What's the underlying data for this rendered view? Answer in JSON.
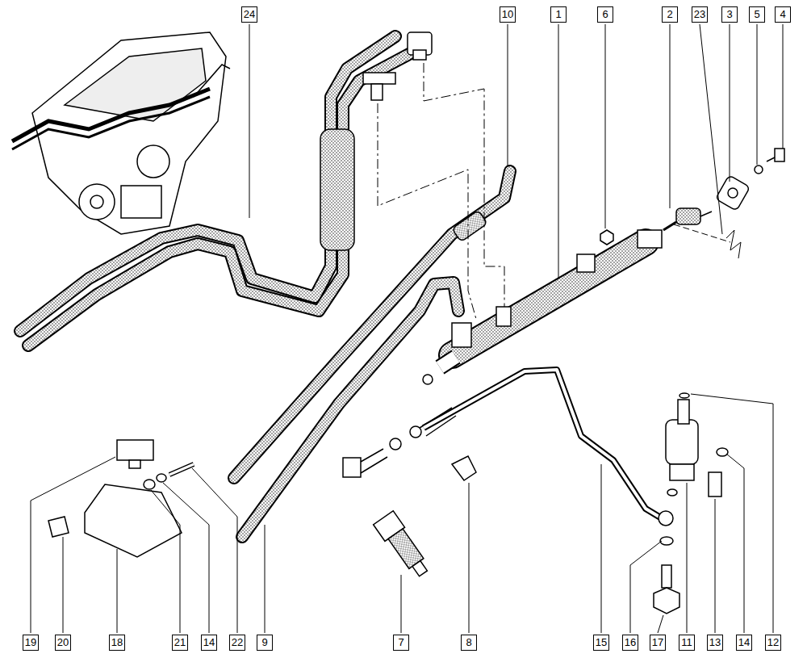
{
  "diagram": {
    "labels": [
      "24",
      "10",
      "1",
      "6",
      "2",
      "23",
      "3",
      "5",
      "4",
      "19",
      "20",
      "18",
      "21",
      "14",
      "22",
      "9",
      "7",
      "8",
      "15",
      "16",
      "17",
      "11",
      "13",
      "14",
      "12"
    ]
  }
}
